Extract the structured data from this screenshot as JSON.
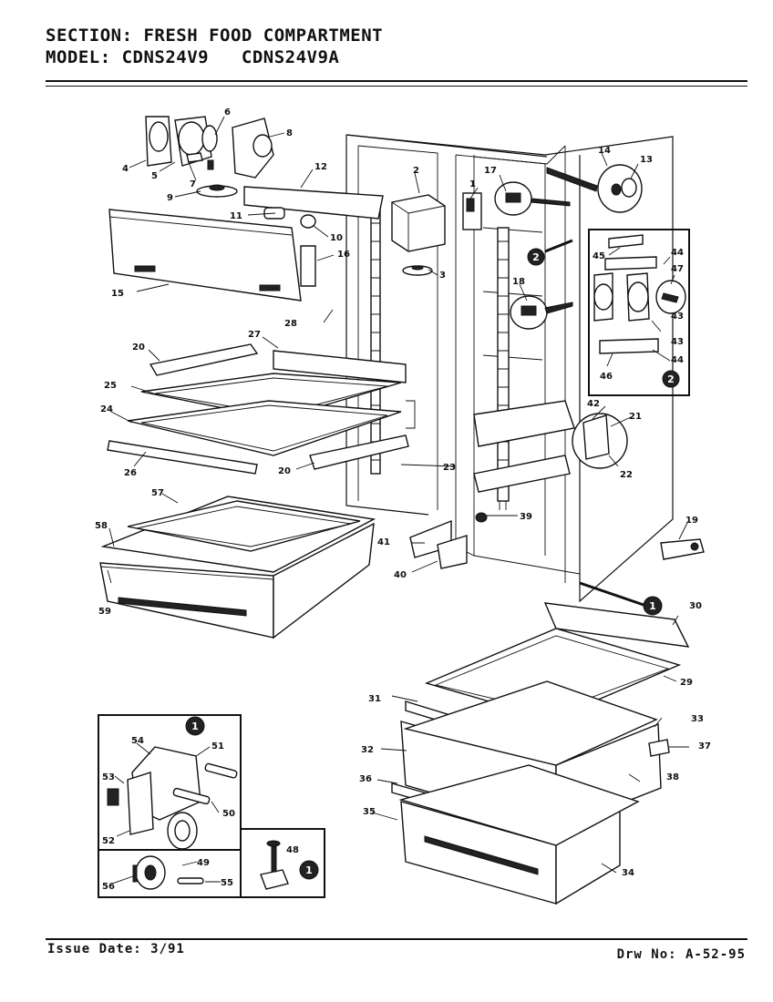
{
  "header": {
    "section_label": "SECTION:",
    "section_value": "FRESH FOOD COMPARTMENT",
    "model_label": "MODEL:",
    "model_value": "CDNS24V9   CDNS24V9A"
  },
  "footer": {
    "issue_date": "Issue Date: 3/91",
    "drawing_no": "Drw No: A-52-95"
  },
  "callouts": [
    "1",
    "2",
    "3",
    "4",
    "5",
    "6",
    "7",
    "8",
    "9",
    "10",
    "11",
    "12",
    "13",
    "14",
    "15",
    "16",
    "17",
    "18",
    "19",
    "20",
    "21",
    "22",
    "23",
    "24",
    "25",
    "26",
    "27",
    "28",
    "29",
    "30",
    "31",
    "32",
    "33",
    "34",
    "35",
    "36",
    "37",
    "38",
    "39",
    "40",
    "41",
    "42",
    "43",
    "44",
    "45",
    "46",
    "47",
    "48",
    "49",
    "50",
    "51",
    "52",
    "53",
    "54",
    "55",
    "56",
    "57",
    "58",
    "59"
  ],
  "circled_refs": [
    "1",
    "2"
  ]
}
